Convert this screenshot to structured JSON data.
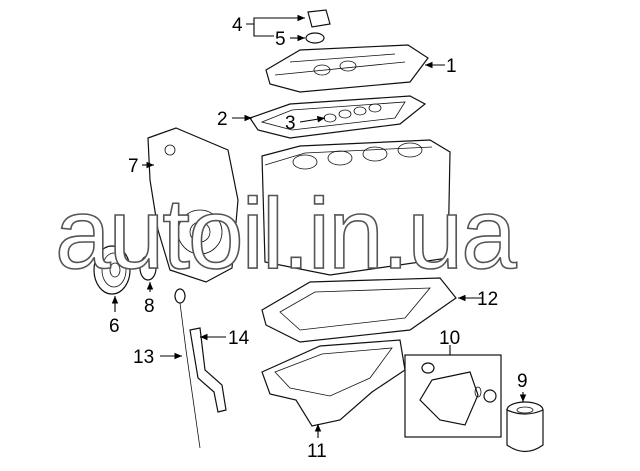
{
  "diagram": {
    "title": "Engine parts diagram",
    "watermark": "autoil.in.ua",
    "callouts": [
      {
        "id": "1",
        "label": "1"
      },
      {
        "id": "2",
        "label": "2"
      },
      {
        "id": "3",
        "label": "3"
      },
      {
        "id": "4",
        "label": "4"
      },
      {
        "id": "5",
        "label": "5"
      },
      {
        "id": "6",
        "label": "6"
      },
      {
        "id": "7",
        "label": "7"
      },
      {
        "id": "8",
        "label": "8"
      },
      {
        "id": "9",
        "label": "9"
      },
      {
        "id": "10",
        "label": "10"
      },
      {
        "id": "11",
        "label": "11"
      },
      {
        "id": "12",
        "label": "12"
      },
      {
        "id": "13",
        "label": "13"
      },
      {
        "id": "14",
        "label": "14"
      }
    ]
  }
}
